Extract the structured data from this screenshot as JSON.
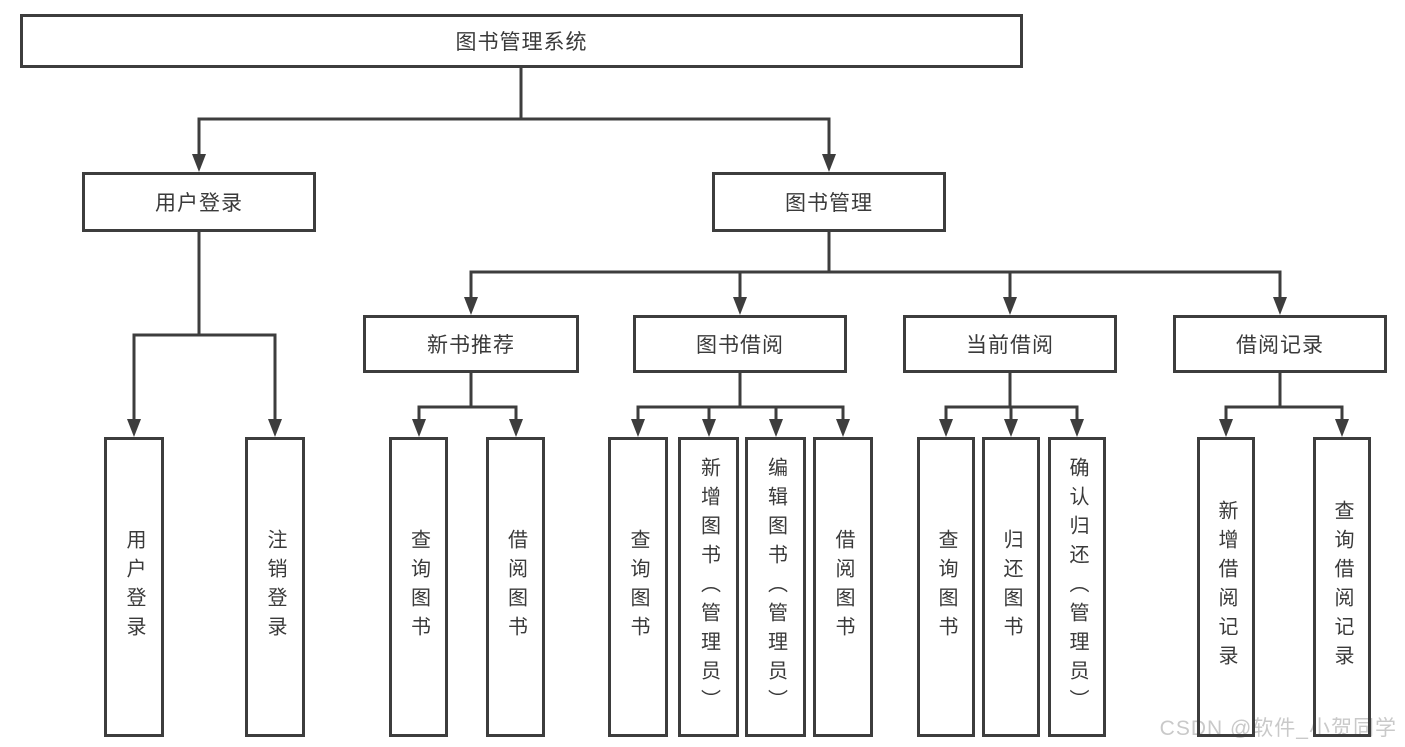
{
  "title": "图书管理系统",
  "watermark": "CSDN @软件_小贺同学",
  "colors": {
    "line": "#3d3d3d",
    "text": "#3a3a3a",
    "watermark": "#c9c9c9",
    "background": "#ffffff"
  },
  "tree": {
    "root": "图书管理系统",
    "branches": [
      {
        "label": "用户登录",
        "children": [
          "用户登录",
          "注销登录"
        ]
      },
      {
        "label": "图书管理",
        "children": [
          {
            "label": "新书推荐",
            "children": [
              "查询图书",
              "借阅图书"
            ]
          },
          {
            "label": "图书借阅",
            "children": [
              "查询图书",
              "新增图书（管理员）",
              "编辑图书（管理员）",
              "借阅图书"
            ]
          },
          {
            "label": "当前借阅",
            "children": [
              "查询图书",
              "归还图书",
              "确认归还（管理员）"
            ]
          },
          {
            "label": "借阅记录",
            "children": [
              "新增借阅记录",
              "查询借阅记录"
            ]
          }
        ]
      }
    ]
  }
}
